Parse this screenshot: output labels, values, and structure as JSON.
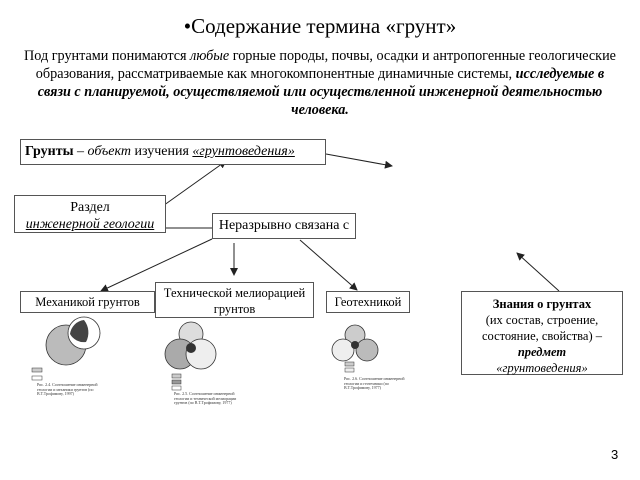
{
  "title": "•Содержание термина  «грунт»",
  "paragraph": {
    "part1": "Под грунтами понимаются ",
    "part2": "любые",
    "part3": " горные породы, почвы, осадки и антропогенные геологические образования, рассматриваемые как многокомпонентные динамичные системы, ",
    "part4": "исследуемые в связи с планируемой, осуществляемой или осуществленной инженерной деятельностью человека."
  },
  "box_main": {
    "bold": "Грунты",
    "dash": " – ",
    "italic": "объект",
    "mid": " изучения  ",
    "underlined": "«грунтоведения»"
  },
  "box_section": {
    "line1": "Раздел",
    "line2": "инженерной геологии"
  },
  "box_linked": "Неразрывно связана с",
  "box_mechanics": "Механикой грунтов",
  "box_melioration": "Технической мелиорацией грунтов",
  "box_geotech": "Геотехникой",
  "box_knowledge": {
    "bold": "Знания о грунтах",
    "line2": "(их состав, строение,",
    "line3": "состояние, свойства) –",
    "line4": "предмет",
    "line5": "«грунтоведения»"
  },
  "figures": [
    {
      "caption": "Рис. 2.4. Соотношение инженерной геологии и механики грунтов (по В.Т.Трофимову, 1997)"
    },
    {
      "caption": "Рис. 2.5. Соотношение инженерной геологии и технической мелиорации грунтов (по В.Т.Трофимову, 1977)"
    },
    {
      "caption": "Рис. 2.6. Соотношение инженерной геологии и геотехники (по В.Т.Трофимову, 1977)"
    }
  ],
  "page_number": "3"
}
